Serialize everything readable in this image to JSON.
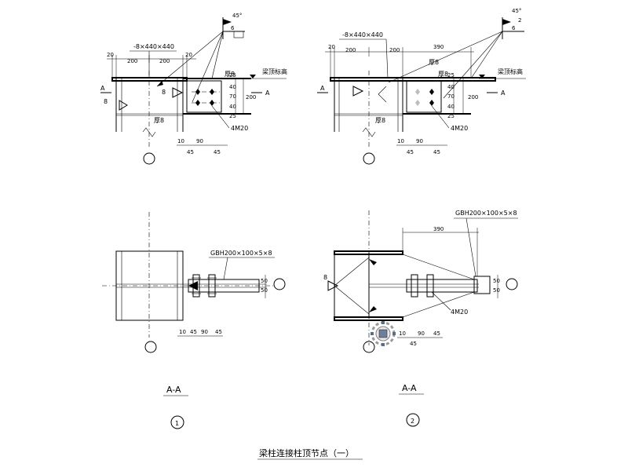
{
  "title": "梁柱连接柱顶节点（一）",
  "labels": {
    "plate_size": "-8×440×440",
    "thickness": "厚8",
    "beam_top_elevation": "梁顶标高",
    "bolts": "4M20",
    "section_mark": "A",
    "section_title": "A-A",
    "profile": "GBH200×100×5×8",
    "weld_angle": "45°",
    "weld_size_1": "6",
    "weld_size_2": "2",
    "weld_side": "8",
    "detail_1": "1",
    "detail_2": "2"
  },
  "dims": {
    "d20": "20",
    "d200": "200",
    "d390": "390",
    "d25": "25",
    "d40": "40",
    "d70": "70",
    "d10": "10",
    "d90": "90",
    "d45": "45",
    "d50": "50"
  }
}
